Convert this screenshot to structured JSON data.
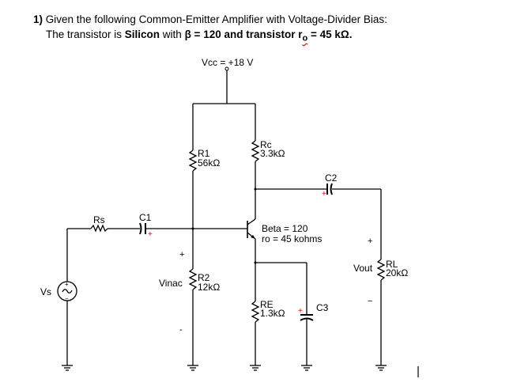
{
  "problem": {
    "number": "1)",
    "intro": " Given the following Common-Emitter Amplifier with Voltage-Divider Bias:",
    "line2_prefix": "The transistor is ",
    "material": "Silicon",
    "line2_mid": " with ",
    "beta_text": "β = 120 and transistor r",
    "ro_sub": "o",
    "ro_value": " = 45 kΩ."
  },
  "circuit": {
    "vcc_label": "Vcc = +18 V",
    "components": {
      "r1": {
        "name": "R1",
        "value": "56kΩ"
      },
      "rc": {
        "name": "Rc",
        "value": "3.3kΩ"
      },
      "r2": {
        "name": "R2",
        "value": "12kΩ"
      },
      "re": {
        "name": "RE",
        "value": "1.3kΩ"
      },
      "rl": {
        "name": "RL",
        "value": "20kΩ"
      },
      "rs": {
        "name": "Rs"
      },
      "c1": {
        "name": "C1"
      },
      "c2": {
        "name": "C2"
      },
      "c3": {
        "name": "C3"
      },
      "vs": {
        "name": "Vs"
      }
    },
    "transistor": {
      "beta_label": "Beta = 120",
      "ro_label": "ro = 45 kohms"
    },
    "vinac": {
      "label": "Vinac",
      "plus": "+",
      "minus": "-"
    },
    "vout": {
      "label": "Vout",
      "plus": "+",
      "minus": "−"
    },
    "source_plus": "+",
    "source_minus": "−",
    "cap_plus": "+"
  }
}
